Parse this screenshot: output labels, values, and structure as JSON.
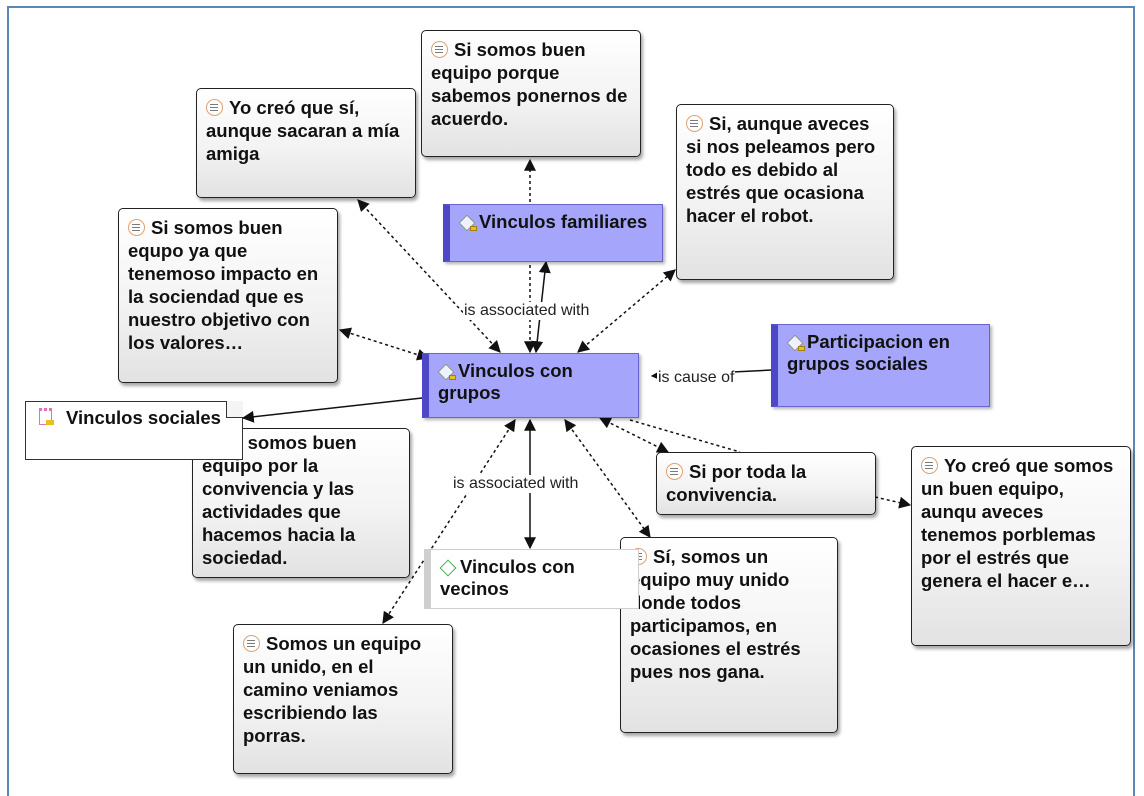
{
  "quotes": {
    "q_top": "Si somos buen equipo porque sabemos ponernos de acuerdo.",
    "q_yo_creo": "Yo creó que sí, aunque sacaran a mía amiga",
    "q_aveces": "Si, aunque aveces si nos peleamos pero todo es debido al estrés que ocasiona hacer el robot.",
    "q_impacto": "Si somos buen equpo ya que tenemoso impacto en la sociendad que es nuestro objetivo con los valores…",
    "q_convivencia": "Si somos buen equipo por la convivencia y las actividades que hacemos hacia la sociedad.",
    "q_por_toda": "Si por toda la convivencia.",
    "q_yo_creo_equipo": "Yo creó que somos un buen equipo, aunqu aveces tenemos porblemas por el estrés que genera el hacer e…",
    "q_somos_unido": "Sí, somos un equipo muy unido donde todos participamos, en ocasiones el estrés pues nos gana.",
    "q_porras": "Somos un equipo un unido, en el camino veniamos escribiendo las porras."
  },
  "codes": {
    "vinculos_familiares": "Vinculos familiares",
    "vinculos_con_grupos": "Vinculos con grupos",
    "participacion": "Participacion en grupos sociales",
    "vinculos_con_vecinos": "Vinculos con vecinos"
  },
  "memo": {
    "vinculos_sociales": "Vinculos sociales"
  },
  "relations": {
    "associated_top": "is associated with",
    "associated_bottom": "is associated with",
    "cause_of": "is cause of"
  },
  "colors": {
    "frame": "#5b86b5",
    "code_fill": "#a5a6fb",
    "code_bar": "#4e48c8",
    "quote_icon": "#e0a070",
    "memo_icon": "#e070c0"
  }
}
